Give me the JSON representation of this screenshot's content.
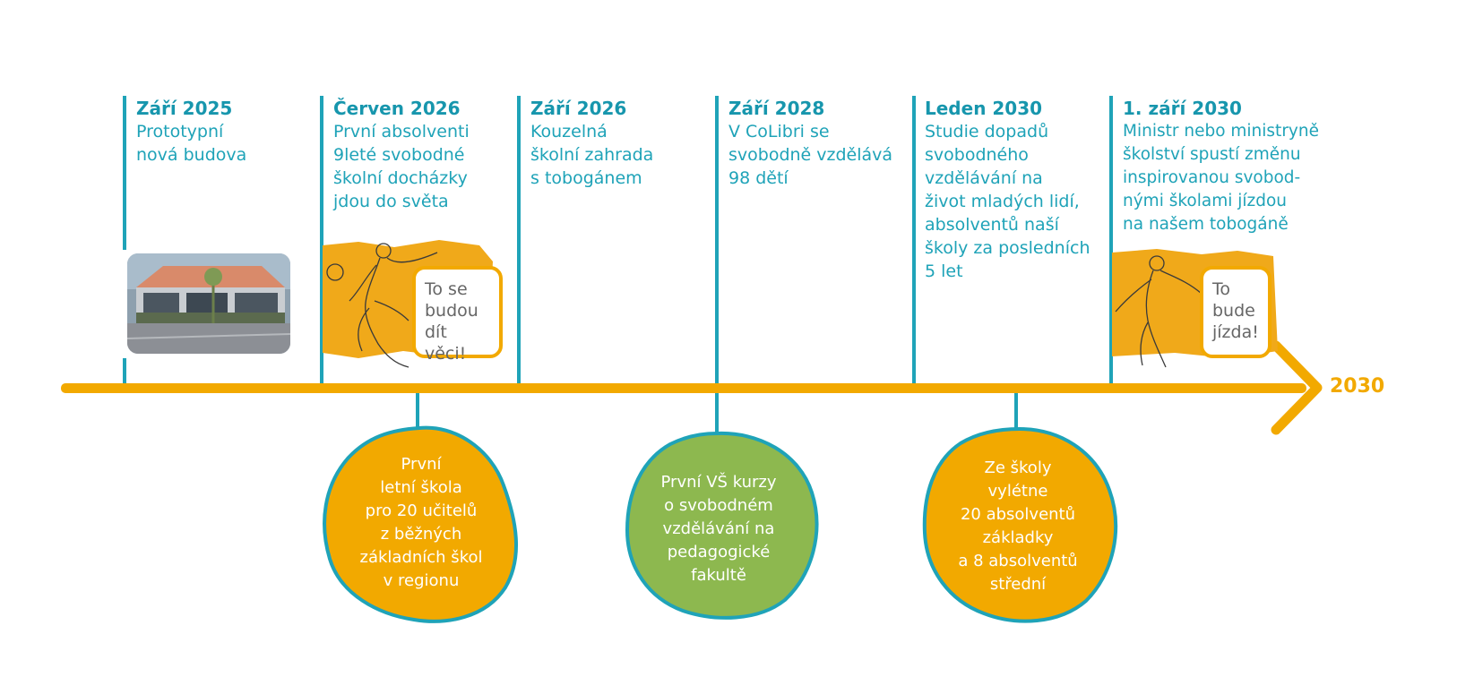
{
  "timeline": {
    "end_label": "2030",
    "milestones": [
      {
        "date": "Září 2025",
        "text": "Prototypní\nnová budova"
      },
      {
        "date": "Červen 2026",
        "text": "První absolventi\n9leté svobodné\nškolní docházky\njdou do světa"
      },
      {
        "date": "Září 2026",
        "text": "Kouzelná\nškolní zahrada\ns tobogánem"
      },
      {
        "date": "Září 2028",
        "text": "V CoLibri se\nsvobodně vzdělává\n98 dětí"
      },
      {
        "date": "Leden 2030",
        "text": "Studie dopadů\nsvobodného\nvzdělávání na\nživot mladých lidí,\nabsolventů naší\nškoly za posledních\n5 let"
      },
      {
        "date": "1. září 2030",
        "text": "Ministr nebo ministryně\nškolství spustí změnu\ninspirovanou svobod-\nnými školami jízdou\nna našem tobogáně"
      }
    ]
  },
  "bubbles": {
    "kick": "To se\nbudou\ndít věci!",
    "ride": "To\nbude\njízda!"
  },
  "blobs": [
    {
      "text": "První\nletní škola\npro 20 učitelů\nz běžných\nzákladních škol\nv regionu",
      "color": "#f2a900"
    },
    {
      "text": "První VŠ kurzy\no svobodném\nvzdělávání na\npedagogické\nfakultě",
      "color": "#8db84f"
    },
    {
      "text": "Ze školy\nvylétne\n20 absolventů\nzákladky\na 8 absolventů\nstřední",
      "color": "#f2a900"
    }
  ],
  "colors": {
    "teal": "#1fa3b8",
    "orange": "#f2a900",
    "green": "#8db84f"
  }
}
